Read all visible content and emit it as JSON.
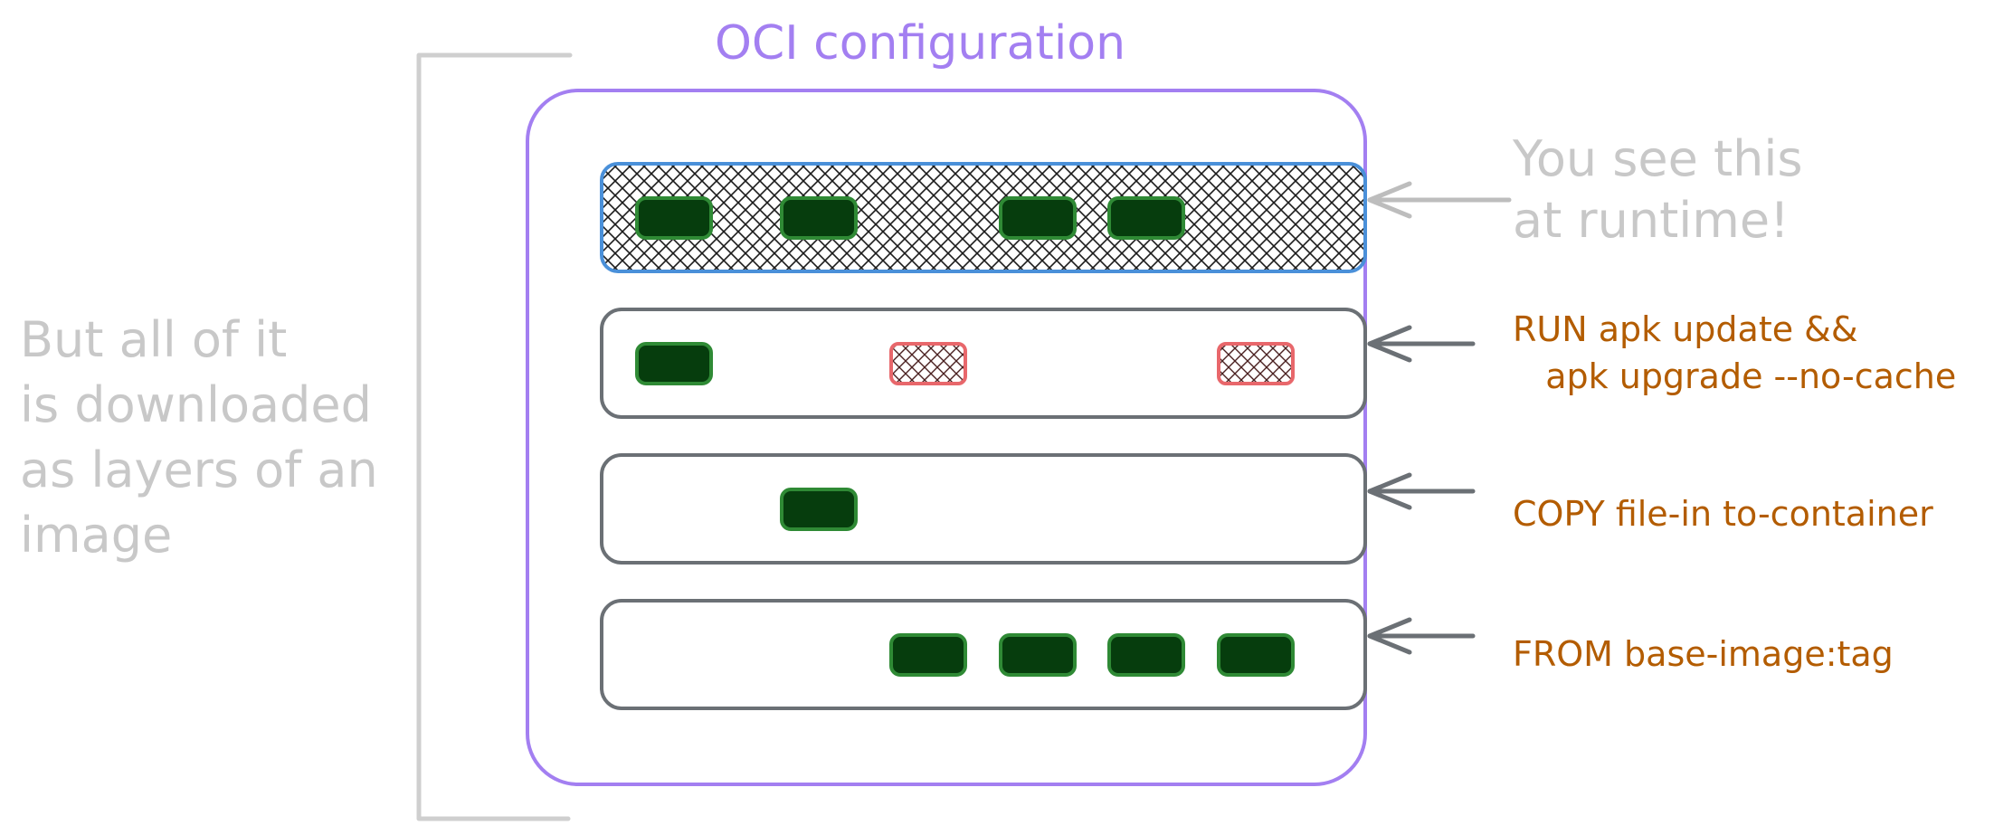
{
  "title": "OCI configuration",
  "side_note": "But all of it\nis downloaded\nas layers of an\nimage",
  "runtime_note": "You see this\nat runtime!",
  "layers": [
    {
      "name": "runtime",
      "command": ""
    },
    {
      "name": "run",
      "command": "RUN apk update &&\n   apk upgrade --no-cache"
    },
    {
      "name": "copy",
      "command": "COPY file-in to-container"
    },
    {
      "name": "from",
      "command": "FROM base-image:tag"
    }
  ],
  "colors": {
    "oci_border": "#a37ff1",
    "title": "#a37ff1",
    "runtime_border": "#4a90d9",
    "layer_border": "#6b7075",
    "block_fill": "#063d0d",
    "block_stroke": "#2f8a35",
    "deleted_stroke": "#e8676b",
    "command_text": "#b35c00",
    "note_text": "#c8c8c8",
    "bracket": "#cfcfcf",
    "arrow": "#6b7075",
    "arrow_light": "#bdbdbd",
    "hatch": "#1b1b1b"
  }
}
